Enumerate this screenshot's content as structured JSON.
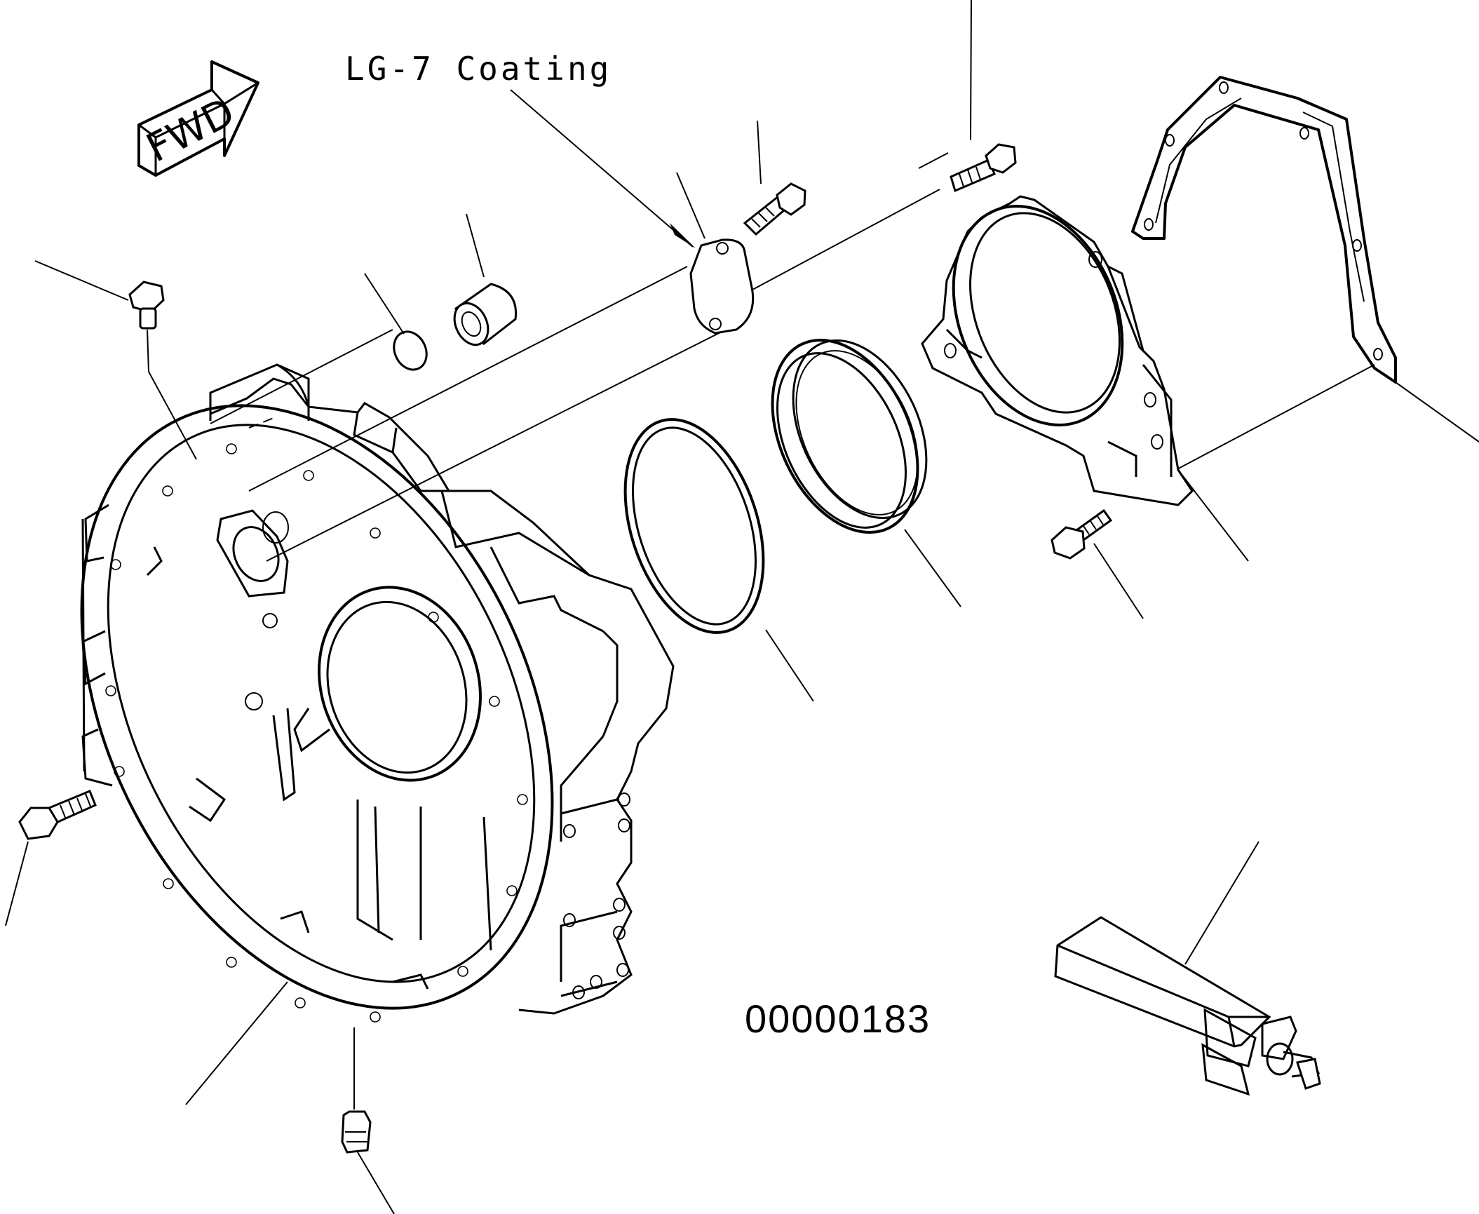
{
  "labels": {
    "coating_note": "LG-7 Coating",
    "fwd_marker": "FWD",
    "drawing_number": "00000183"
  },
  "colors": {
    "line": "#000000",
    "background": "#ffffff"
  }
}
